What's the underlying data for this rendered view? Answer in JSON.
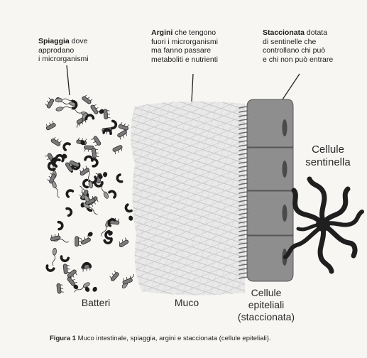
{
  "annotations": {
    "spiaggia": {
      "bold": "Spiaggia",
      "rest": " dove",
      "line2": "approdano",
      "line3": "i microrganismi"
    },
    "argini": {
      "bold": "Argini",
      "rest": " che tengono",
      "line2": "fuori i microrganismi",
      "line3": "ma fanno passare",
      "line4": "metaboliti e nutrienti"
    },
    "staccionata": {
      "bold": "Staccionata",
      "rest": " dotata",
      "line2": "di sentinelle che",
      "line3": "controllano chi può",
      "line4": "e chi non può entrare"
    }
  },
  "labels": {
    "batteri": "Batteri",
    "muco": "Muco",
    "cellule_epiteliali": [
      "Cellule",
      "epiteliali",
      "(staccionata)"
    ],
    "cellule_sentinella": [
      "Cellule",
      "sentinella"
    ]
  },
  "caption": {
    "bold": "Figura 1",
    "text": " Muco intestinale, spiaggia, argini e staccionata (cellule epiteliali)."
  },
  "colors": {
    "background": "#f7f6f3",
    "epithelium": "#8a8a8a",
    "nucleus": "#4a4a4a",
    "bacteria_dark": "#1c1c1c",
    "bacteria_grey": "#7a7a7a",
    "mucus": "#b9b9b9",
    "sentinel": "#1f1f1f"
  }
}
